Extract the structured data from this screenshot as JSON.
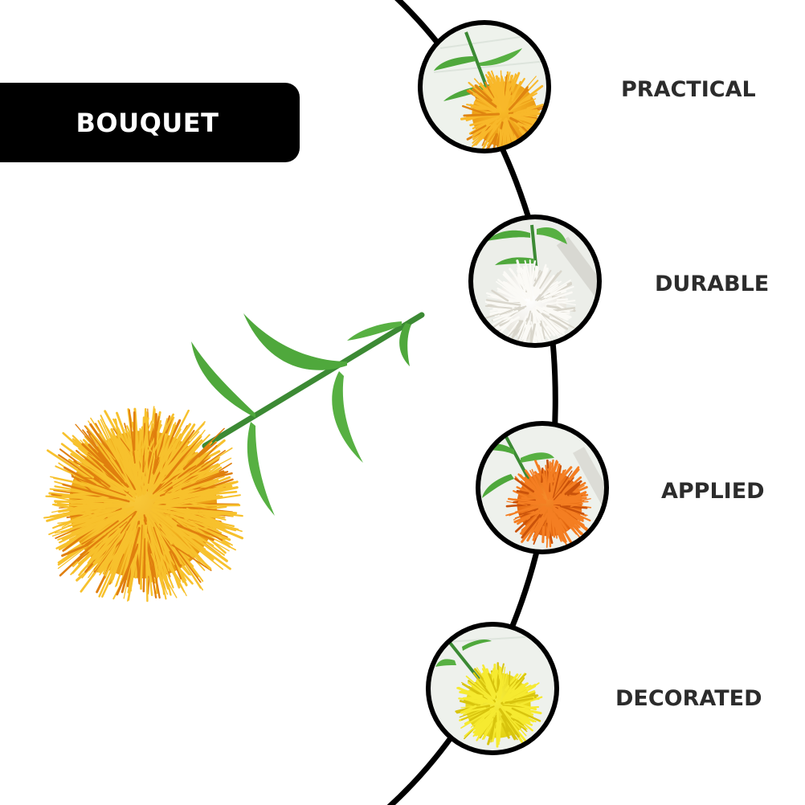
{
  "banner": {
    "label": "BOUQUET"
  },
  "features": [
    {
      "label": "PRACTICAL",
      "flower": "yellow-orange-pompom-flower-icon",
      "color": "#f2a71a"
    },
    {
      "label": "DURABLE",
      "flower": "white-pompom-flower-icon",
      "color": "#f4f2ec"
    },
    {
      "label": "APPLIED",
      "flower": "orange-pompom-flower-icon",
      "color": "#ec7412"
    },
    {
      "label": "DECORATED",
      "flower": "lemon-yellow-pompom-flower-icon",
      "color": "#f2e319"
    }
  ],
  "colors": {
    "banner_bg": "#000000",
    "banner_text": "#ffffff",
    "label_text": "#2c2c2c",
    "arc_stroke": "#000000",
    "leaf_green": "#4fa83c"
  }
}
